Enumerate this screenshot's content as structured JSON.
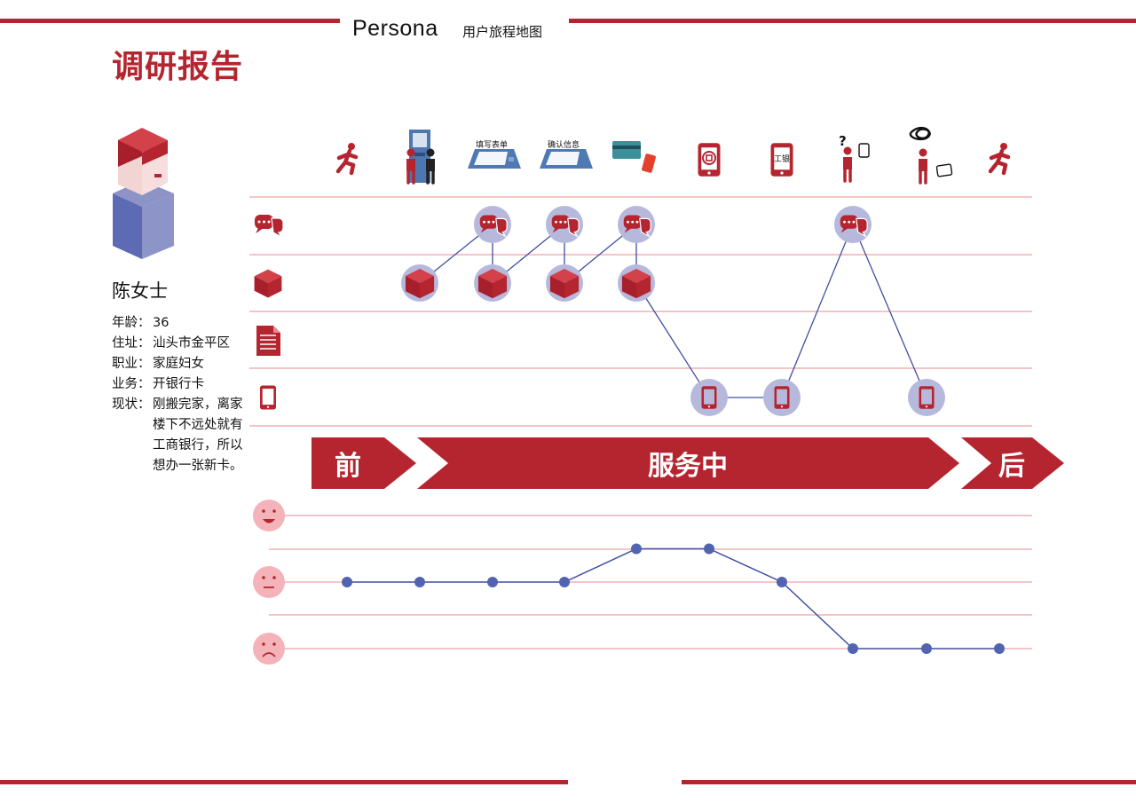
{
  "header": {
    "persona_label": "Persona",
    "subtitle": "用户旅程地图",
    "report_title": "调研报告"
  },
  "persona": {
    "name": "陈女士",
    "fields": [
      {
        "key": "年龄：",
        "value": "36"
      },
      {
        "key": "住址：",
        "value": "汕头市金平区"
      },
      {
        "key": "职业：",
        "value": "家庭妇女"
      },
      {
        "key": "业务：",
        "value": "开银行卡"
      },
      {
        "key": "现状：",
        "value": "刚搬完家，离家楼下不远处就有工商银行，所以想办一张新卡。"
      }
    ]
  },
  "steps": [
    {
      "icon": "walking-person-icon"
    },
    {
      "icon": "atm-machine-icon"
    },
    {
      "icon": "form-tablet-icon",
      "label": "填写表单"
    },
    {
      "icon": "confirm-tablet-icon",
      "label": "确认信息"
    },
    {
      "icon": "bank-card-usb-key-icon"
    },
    {
      "icon": "icbc-tablet-icon"
    },
    {
      "icon": "bank-app-tablet-icon",
      "label": "工银"
    },
    {
      "icon": "confused-person-tablet-icon",
      "mark": "?"
    },
    {
      "icon": "frustrated-person-tablet-icon"
    },
    {
      "icon": "walking-person-icon"
    }
  ],
  "channels": [
    {
      "id": "conversation",
      "icon": "speech-bubbles-icon"
    },
    {
      "id": "physical",
      "icon": "cube-icon"
    },
    {
      "id": "paper",
      "icon": "document-icon"
    },
    {
      "id": "digital",
      "icon": "tablet-icon"
    }
  ],
  "touchpoints": [
    {
      "step": 1,
      "channel": "physical"
    },
    {
      "step": 2,
      "channel": "conversation"
    },
    {
      "step": 2,
      "channel": "physical"
    },
    {
      "step": 3,
      "channel": "conversation"
    },
    {
      "step": 3,
      "channel": "physical"
    },
    {
      "step": 4,
      "channel": "conversation"
    },
    {
      "step": 4,
      "channel": "physical"
    },
    {
      "step": 5,
      "channel": "digital"
    },
    {
      "step": 6,
      "channel": "digital"
    },
    {
      "step": 7,
      "channel": "conversation"
    },
    {
      "step": 8,
      "channel": "digital"
    }
  ],
  "phases": [
    {
      "label": "前"
    },
    {
      "label": "服务中"
    },
    {
      "label": "后"
    }
  ],
  "emotion": {
    "levels": [
      {
        "name": "happy",
        "icon": "happy-face-icon"
      },
      {
        "name": "neutral",
        "icon": "neutral-face-icon"
      },
      {
        "name": "sad",
        "icon": "sad-face-icon"
      }
    ],
    "values": [
      0,
      0,
      0,
      0,
      1,
      1,
      0,
      -2,
      -2,
      -2
    ]
  },
  "colors": {
    "brand_red": "#b5252f",
    "line_pink": "#e98b92",
    "line_blue": "#3f4fa0",
    "dot_blue": "#5264b0",
    "halo": "#b7b9dc",
    "face_pink": "#f4b3b9"
  }
}
